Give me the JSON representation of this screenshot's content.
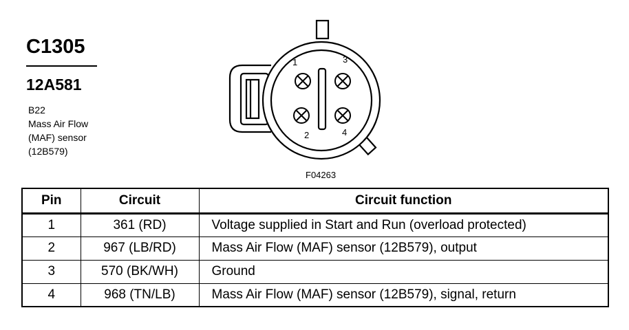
{
  "header": {
    "connector_id": "C1305",
    "part_number": "12A581",
    "description_lines": [
      "B22",
      "Mass Air Flow",
      "(MAF) sensor",
      "(12B579)"
    ]
  },
  "connector": {
    "pin_labels": [
      "1",
      "2",
      "3",
      "4"
    ],
    "figure_code": "F04263"
  },
  "table": {
    "headers": [
      "Pin",
      "Circuit",
      "Circuit function"
    ],
    "rows": [
      {
        "pin": "1",
        "circuit": "361 (RD)",
        "function": "Voltage supplied in Start and Run (overload protected)"
      },
      {
        "pin": "2",
        "circuit": "967 (LB/RD)",
        "function": "Mass Air Flow (MAF) sensor (12B579), output"
      },
      {
        "pin": "3",
        "circuit": "570 (BK/WH)",
        "function": "Ground"
      },
      {
        "pin": "4",
        "circuit": "968 (TN/LB)",
        "function": "Mass Air Flow (MAF) sensor (12B579), signal, return"
      }
    ]
  }
}
